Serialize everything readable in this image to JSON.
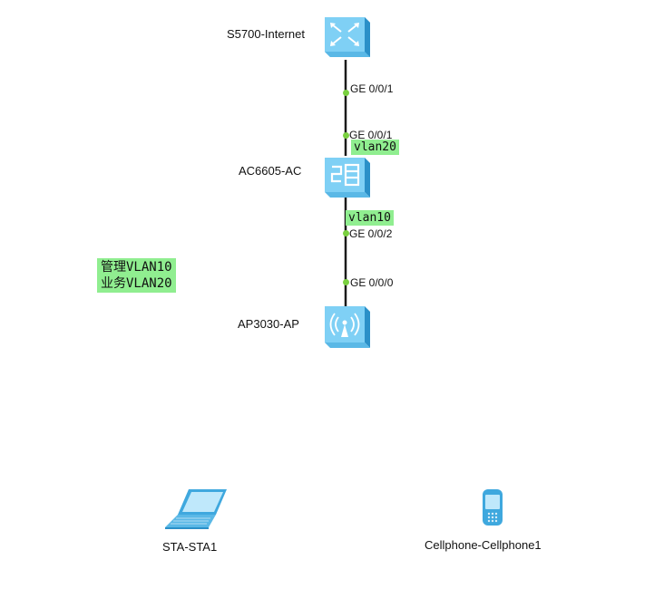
{
  "devices": {
    "switch": {
      "name": "S5700-Internet",
      "icon": "switch-icon"
    },
    "ac": {
      "name": "AC6605-AC",
      "icon": "wireless-controller-icon"
    },
    "ap": {
      "name": "AP3030-AP",
      "icon": "access-point-icon"
    },
    "sta": {
      "name": "STA-STA1",
      "icon": "laptop-icon"
    },
    "phone": {
      "name": "Cellphone-Cellphone1",
      "icon": "cellphone-icon"
    }
  },
  "links": [
    {
      "from": "S5700-Internet",
      "from_port": "GE 0/0/1",
      "to": "AC6605-AC",
      "to_port": "GE 0/0/1",
      "tag": "vlan20"
    },
    {
      "from": "AC6605-AC",
      "from_port": "GE 0/0/2",
      "to": "AP3030-AP",
      "to_port": "GE 0/0/0",
      "tag": "vlan10"
    }
  ],
  "note": {
    "line1": "管理VLAN10",
    "line2": "业务VLAN20"
  },
  "colors": {
    "device_blue": "#7fd0f5",
    "device_dark": "#3fa8de",
    "link": "#1a1a1a",
    "port_dot": "#7ad040",
    "tag_bg": "#90ee90"
  }
}
